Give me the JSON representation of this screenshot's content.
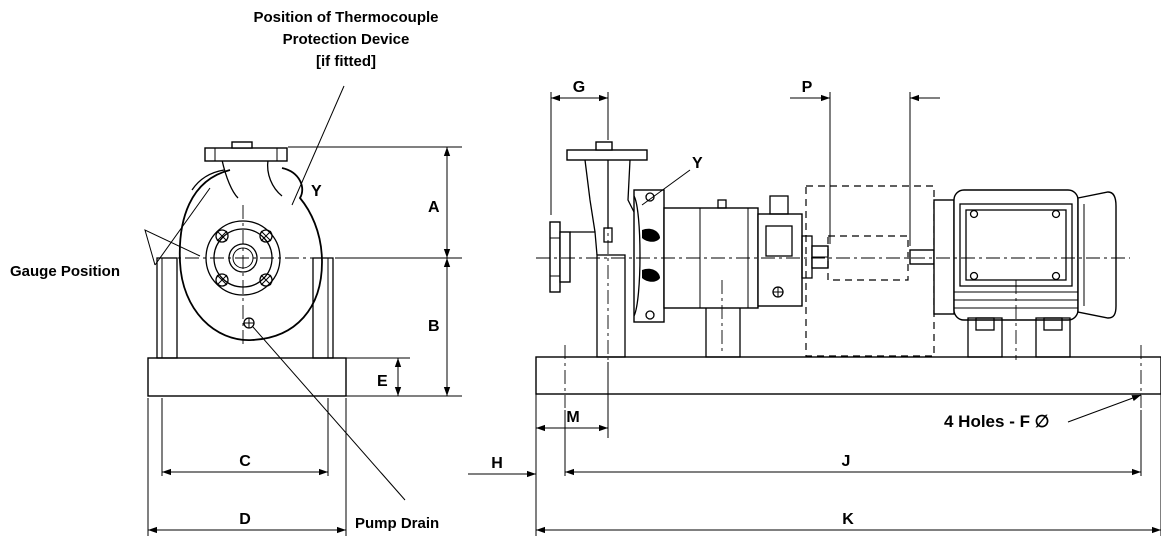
{
  "labels": {
    "thermocouple": [
      "Position of Thermocouple",
      "Protection Device",
      "[if fitted]"
    ],
    "gauge_position": "Gauge Position",
    "pump_drain": "Pump Drain",
    "holes": "4 Holes - F ∅"
  },
  "dimensions": {
    "A": "A",
    "B": "B",
    "C": "C",
    "D": "D",
    "E": "E",
    "G": "G",
    "H": "H",
    "J": "J",
    "K": "K",
    "M": "M",
    "P": "P",
    "Y_end": "Y",
    "Y_side": "Y"
  }
}
